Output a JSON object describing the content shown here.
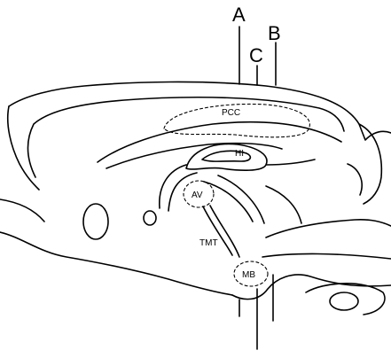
{
  "planes": {
    "a": "A",
    "b": "B",
    "c": "C"
  },
  "regions": {
    "pcc": "PCC",
    "hi": "HI",
    "av": "AV",
    "tmt": "TMT",
    "mb": "MB"
  }
}
